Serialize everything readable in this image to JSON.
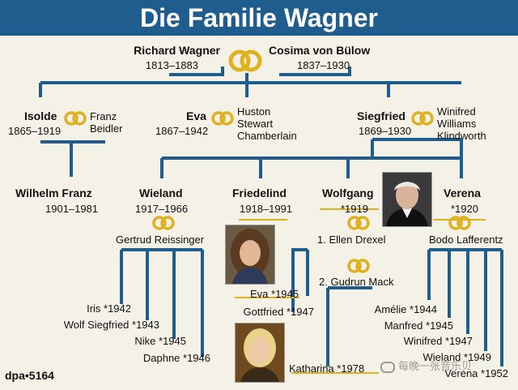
{
  "title": "Die Familie Wagner",
  "colors": {
    "title_bg": "#1f5d8f",
    "line": "#1f5d8f",
    "ring": "#e0b020",
    "background": "#f4f1e6"
  },
  "generation1": {
    "richard": {
      "name": "Richard Wagner",
      "years": "1813–1883"
    },
    "cosima": {
      "name": "Cosima von Bülow",
      "years": "1837–1930"
    }
  },
  "generation2": {
    "isolde": {
      "name": "Isolde",
      "years": "1865–1919",
      "spouse": "Franz\nBeidler"
    },
    "eva": {
      "name": "Eva",
      "years": "1867–1942",
      "spouse": "Huston\nStewart\nChamberlain"
    },
    "siegfried": {
      "name": "Siegfried",
      "years": "1869–1930",
      "spouse": "Winifred\nWilliams\nKlindworth"
    }
  },
  "generation3": {
    "wilhelm_franz": {
      "name": "Wilhelm Franz",
      "years": "1901–1981"
    },
    "wieland": {
      "name": "Wieland",
      "years": "1917–1966",
      "spouse": "Gertrud Reissinger"
    },
    "friedelind": {
      "name": "Friedelind",
      "years": "1918–1991"
    },
    "wolfgang": {
      "name": "Wolfgang",
      "years": "*1919",
      "spouse1": "1. Ellen Drexel",
      "spouse2": "2. Gudrun Mack"
    },
    "verena": {
      "name": "Verena",
      "years": "*1920",
      "spouse": "Bodo Lafferentz"
    }
  },
  "generation4": {
    "wieland_children": [
      "Iris *1942",
      "Wolf Siegfried *1943",
      "Nike *1945",
      "Daphne *1946"
    ],
    "wolfgang_children_1": [
      "Eva *1945",
      "Gottfried *1947"
    ],
    "wolfgang_children_2": [
      "Katharina *1978"
    ],
    "verena_children": [
      "Amélie *1944",
      "Manfred *1945",
      "Winifred *1947",
      "Wieland *1949",
      "Verena *1952"
    ]
  },
  "footer": {
    "credit": "dpa•5164",
    "watermark": "每晚一张音乐贝"
  }
}
